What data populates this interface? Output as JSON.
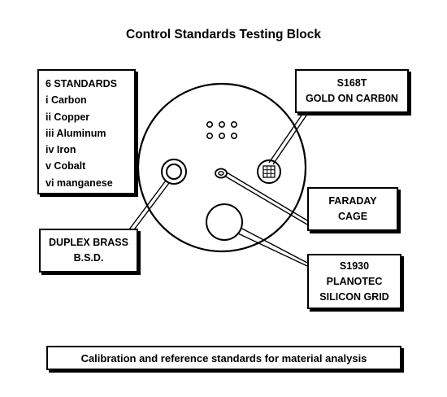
{
  "title": "Control Standards Testing Block",
  "standards_box": {
    "heading": "6 STANDARDS",
    "items": [
      "i Carbon",
      "ii Copper",
      "iii Aluminum",
      "iv Iron",
      "v Cobalt",
      "vi manganese"
    ]
  },
  "s168t_box": {
    "line1": "S168T",
    "line2": "GOLD ON CARB0N"
  },
  "faraday_box": {
    "line1": "FARADAY",
    "line2": "CAGE"
  },
  "brass_box": {
    "line1": "DUPLEX BRASS",
    "line2": "B.S.D."
  },
  "s1930_box": {
    "line1": "S1930",
    "line2": "PLANOTEC",
    "line3": "SILICON GRID"
  },
  "caption": "Calibration and reference standards for material analysis"
}
